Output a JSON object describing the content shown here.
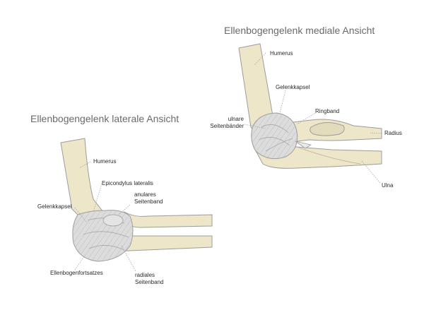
{
  "medial_view": {
    "title": "Ellenbogengelenk mediale Ansicht",
    "labels": {
      "humerus": "Humerus",
      "gelenkkapsel": "Gelenkkapsel",
      "ringband": "Ringband",
      "ulnare_1": "ulnare",
      "ulnare_2": "Seitenbänder",
      "radius": "Radius",
      "ulna": "Ulna"
    }
  },
  "lateral_view": {
    "title": "Ellenbogengelenk laterale Ansicht",
    "labels": {
      "humerus": "Humerus",
      "epicondylus": "Epicondylus lateralis",
      "anulares_1": "anulares",
      "anulares_2": "Seitenband",
      "gelenkkapsel": "Gelenkkapsel",
      "ellenbogenfortsatzes": "Ellenbogenfortsatzes",
      "radiales_1": "radiales",
      "radiales_2": "Seitenband"
    }
  },
  "colors": {
    "bone": "#ede6c8",
    "bone_outline": "#9c9c9c",
    "ligament": "#d6d6d6",
    "leader_line": "#9a9a9a",
    "title_text": "#6a6a6a",
    "label_text": "#2a2a2a"
  }
}
